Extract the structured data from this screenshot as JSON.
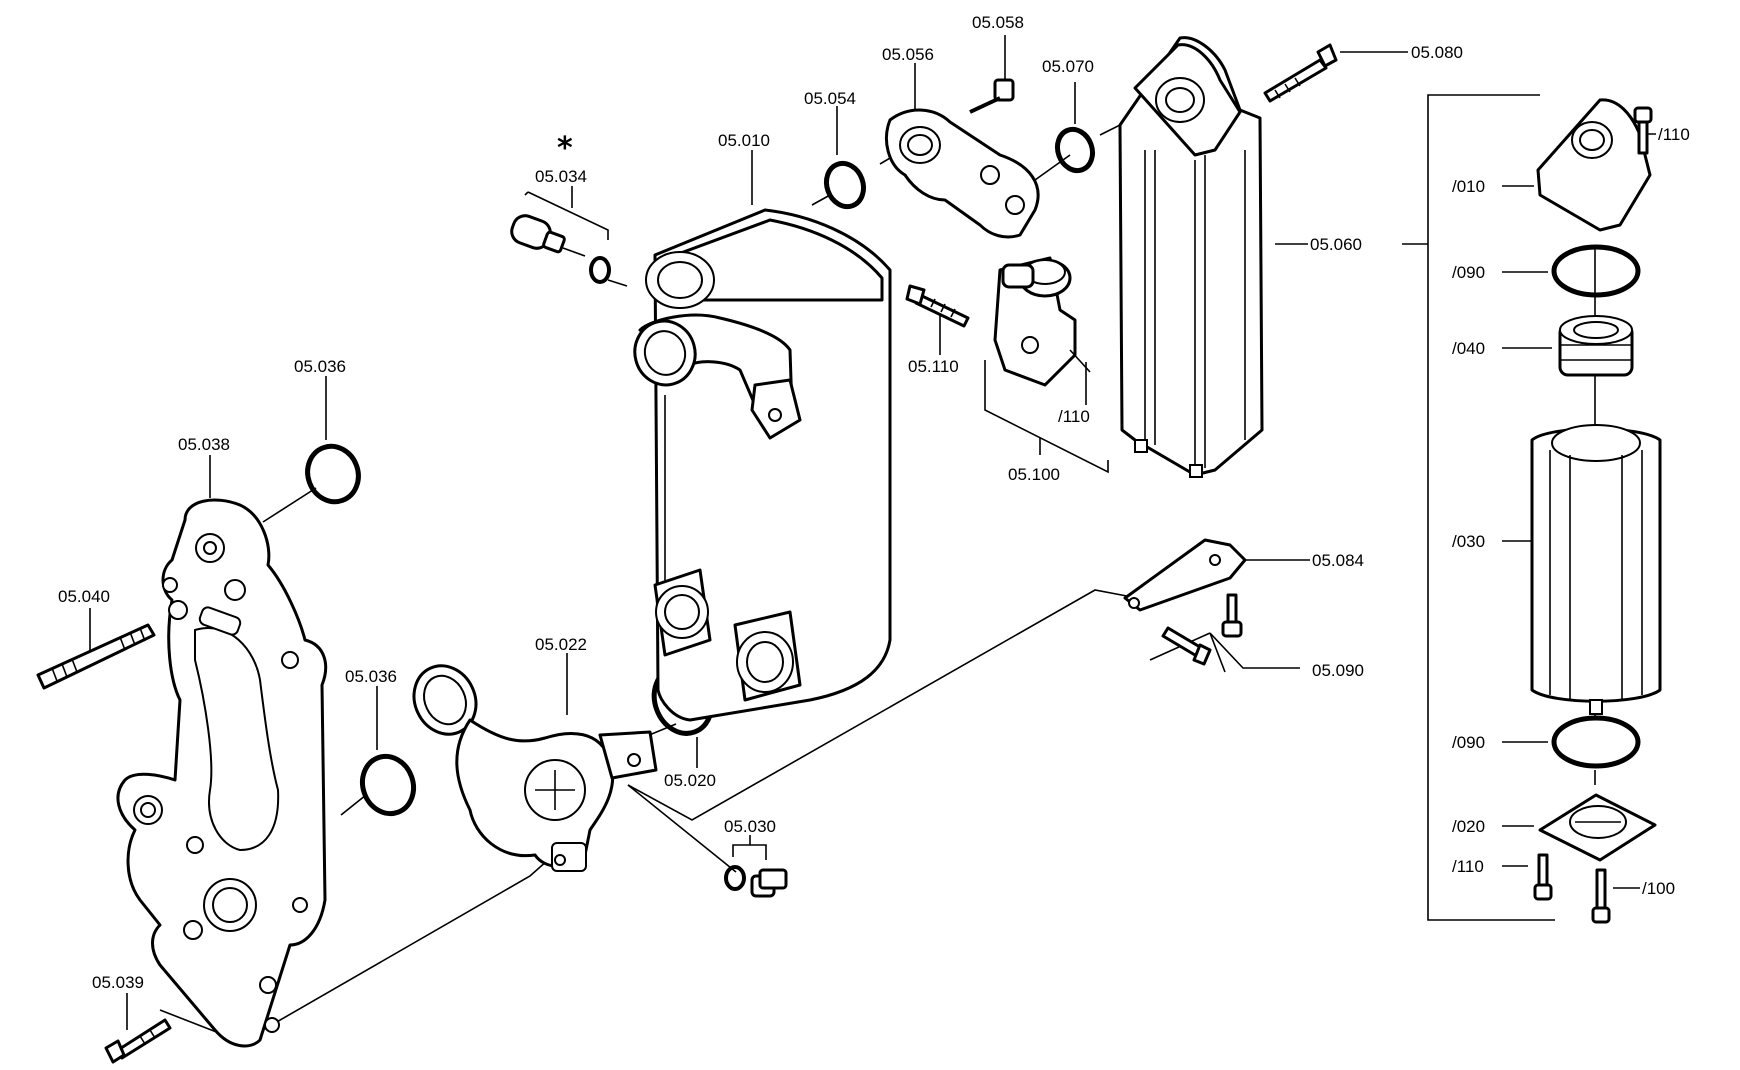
{
  "diagram": {
    "labels": {
      "l_05_010": "05.010",
      "l_05_020": "05.020",
      "l_05_022": "05.022",
      "l_05_030": "05.030",
      "l_05_034": "05.034",
      "l_05_036a": "05.036",
      "l_05_036b": "05.036",
      "l_05_038": "05.038",
      "l_05_039": "05.039",
      "l_05_040": "05.040",
      "l_05_054": "05.054",
      "l_05_056": "05.056",
      "l_05_058": "05.058",
      "l_05_060": "05.060",
      "l_05_070": "05.070",
      "l_05_080": "05.080",
      "l_05_084": "05.084",
      "l_05_090": "05.090",
      "l_05_100": "05.100",
      "l_05_110": "05.110",
      "l_110_valve": "/110",
      "l_010": "/010",
      "l_110_top": "/110",
      "l_090_top": "/090",
      "l_040": "/040",
      "l_030": "/030",
      "l_090_bot": "/090",
      "l_020": "/020",
      "l_110_bot": "/110",
      "l_100": "/100",
      "star": "*"
    }
  }
}
